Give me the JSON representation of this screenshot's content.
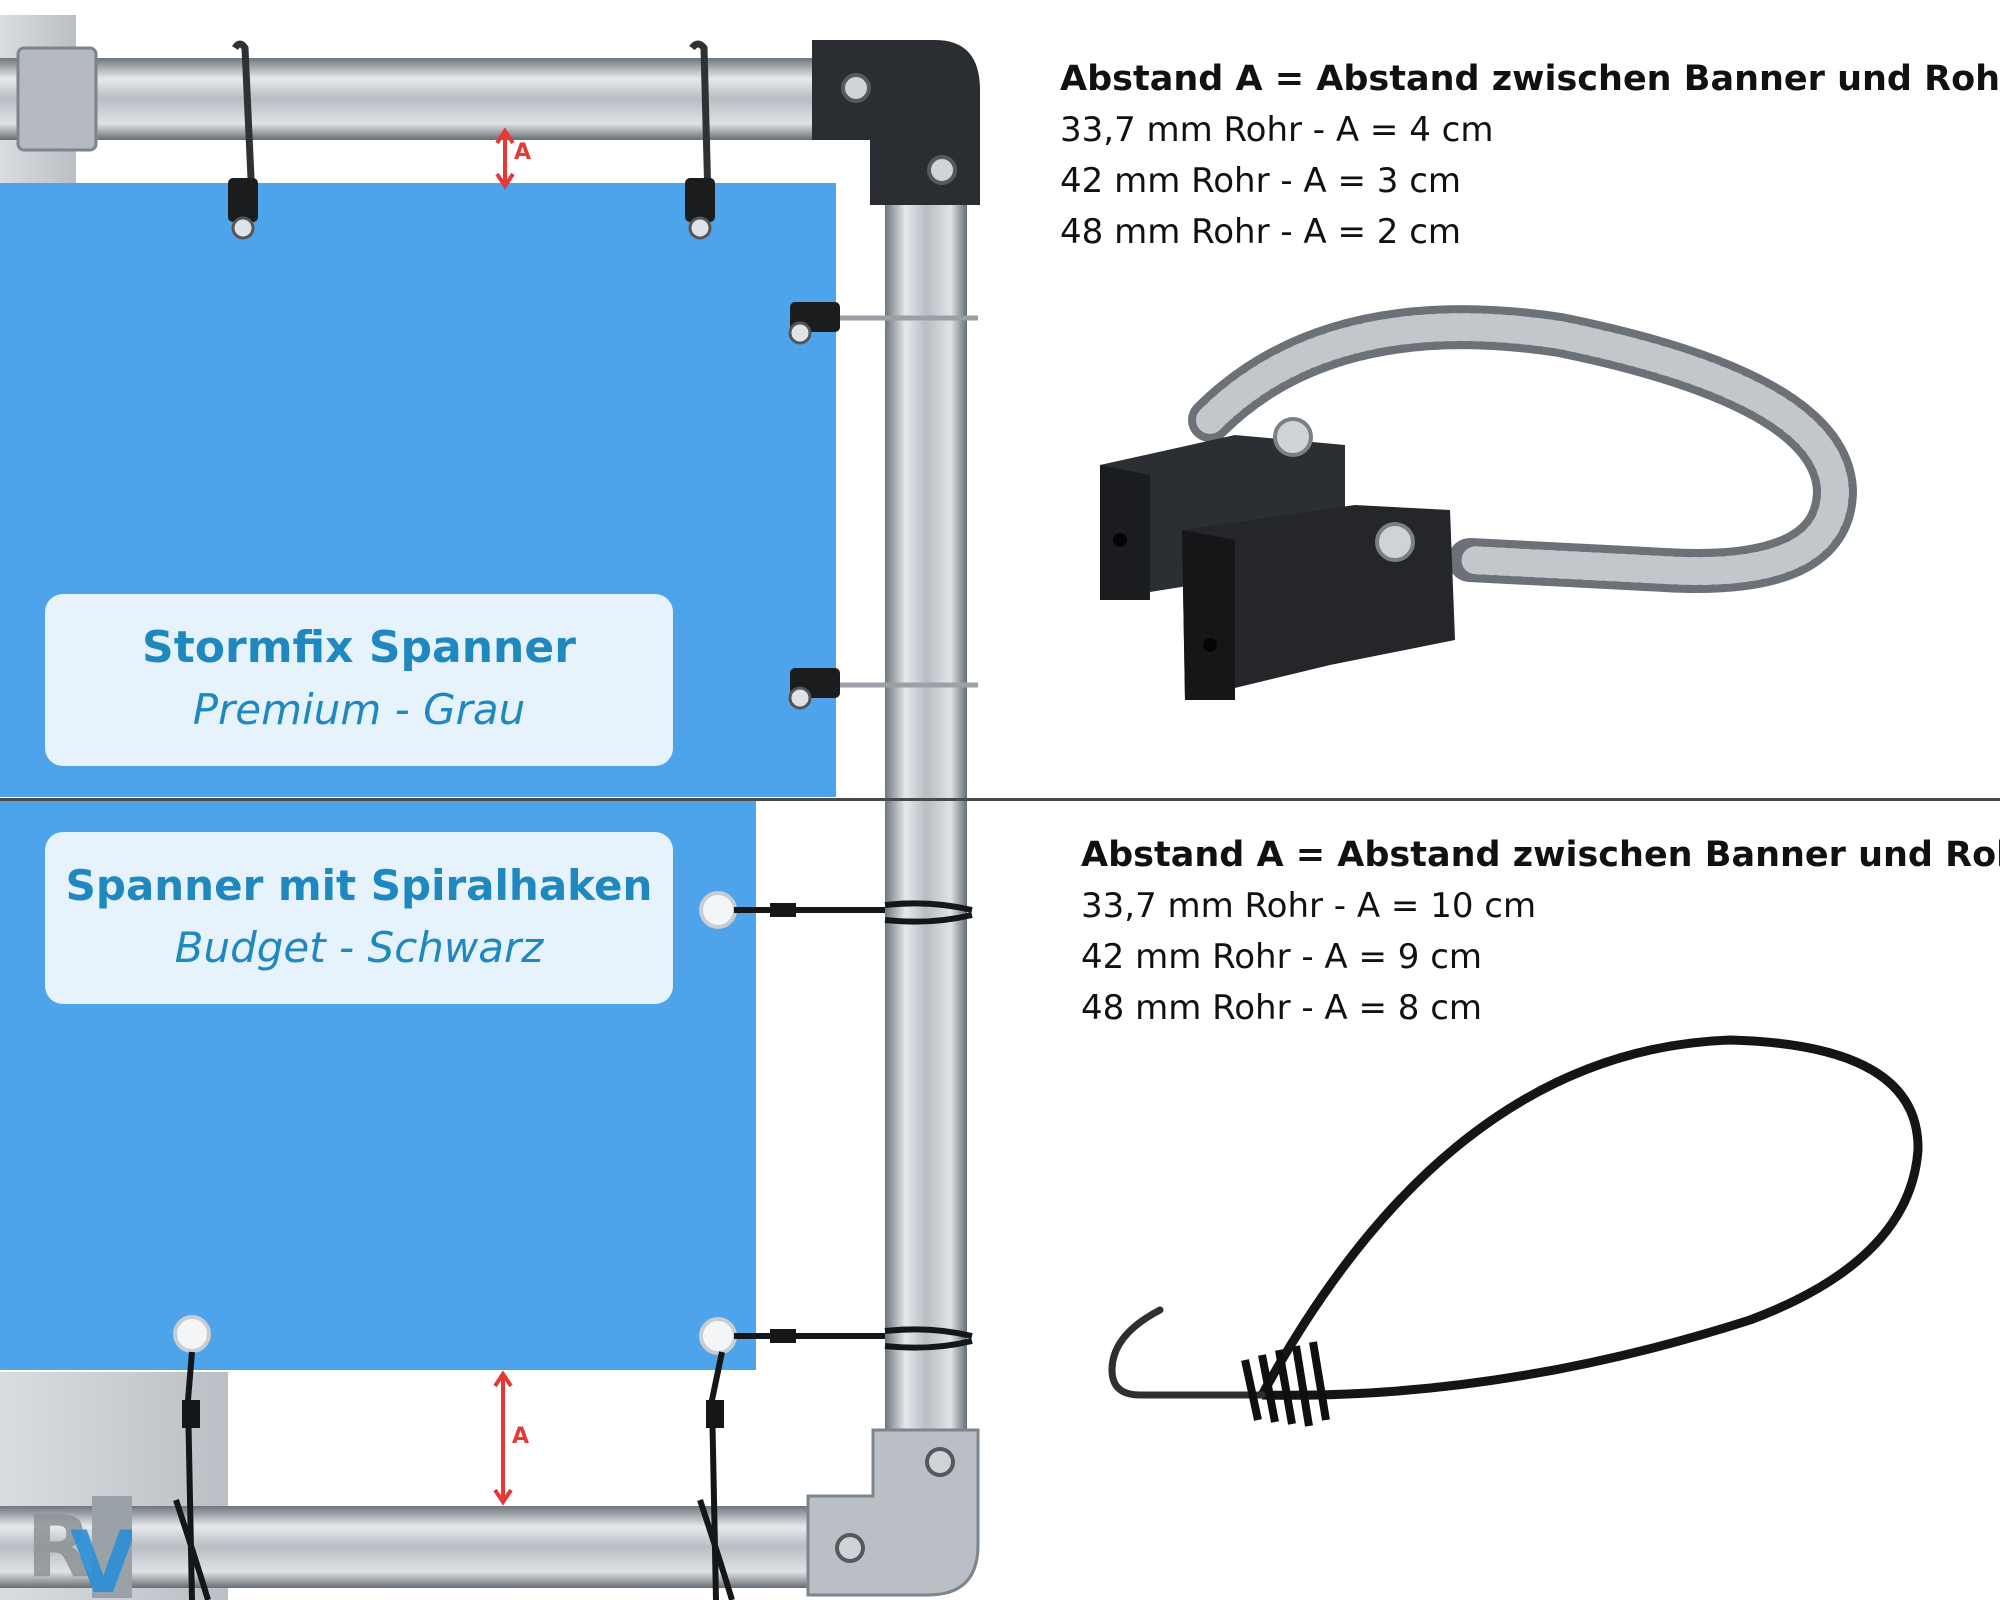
{
  "labels": {
    "top_title": "Stormfix Spanner",
    "top_subtitle": "Premium - Grau",
    "bottom_title": "Spanner mit Spiralhaken",
    "bottom_subtitle": "Budget - Schwarz",
    "a_marker_top": "A",
    "a_marker_bottom": "A",
    "logo_text": "RV"
  },
  "spec_top": {
    "heading": "Abstand A = Abstand zwischen Banner und Rohr",
    "lines": [
      "33,7 mm Rohr - A = 4 cm",
      "42 mm Rohr - A = 3 cm",
      "48 mm Rohr - A = 2 cm"
    ]
  },
  "spec_bottom": {
    "heading": "Abstand A = Abstand zwischen Banner und Rohr",
    "lines": [
      "33,7 mm Rohr - A = 10 cm",
      "42 mm Rohr - A = 9 cm",
      "48 mm Rohr - A = 8 cm"
    ]
  },
  "colors": {
    "banner_blue": "#4ea4ea",
    "label_text": "#1f88bf",
    "marker_red": "#e53935",
    "pipe_mid": "#c9ced3",
    "pipe_dark": "#7d858c"
  },
  "icons": [
    "stormfix-tensioner-icon",
    "bungee-hook-icon",
    "rv-logo-icon"
  ]
}
